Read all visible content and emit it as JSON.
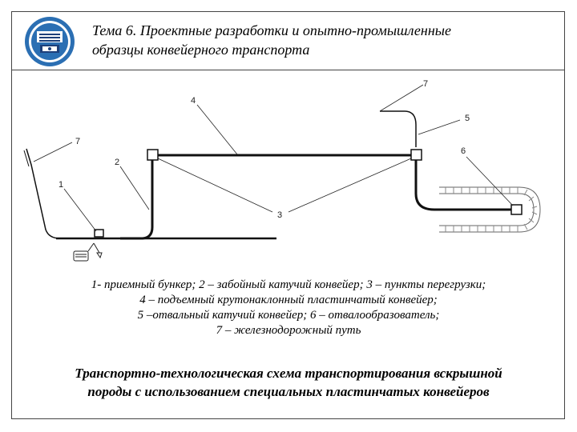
{
  "header": {
    "title_line1": "Тема 6. Проектные разработки и опытно-промышленные",
    "title_line2": "образцы  конвейерного транспорта"
  },
  "diagram": {
    "labels": {
      "l1": "1",
      "l2": "2",
      "l3": "3",
      "l4": "4",
      "l5": "5",
      "l6": "6",
      "l7_left": "7",
      "l7_right": "7"
    }
  },
  "legend": {
    "line1": "1- приемный бункер; 2 – забойный катучий конвейер; 3 – пункты перегрузки;",
    "line2": "4 – подъемный крутонаклонный пластинчатый конвейер;",
    "line3": "5 –отвальный катучий конвейер; 6 – отвалообразователь;",
    "line4": "7 – железнодорожный путь"
  },
  "summary": {
    "line1": "Транспортно-технологическая схема транспортирования вскрышной",
    "line2": "породы с использованием специальных пластинчатых конвейеров"
  },
  "colors": {
    "logo_blue": "#2b6fb3",
    "logo_dark": "#1d3f7a",
    "line": "#111111"
  }
}
